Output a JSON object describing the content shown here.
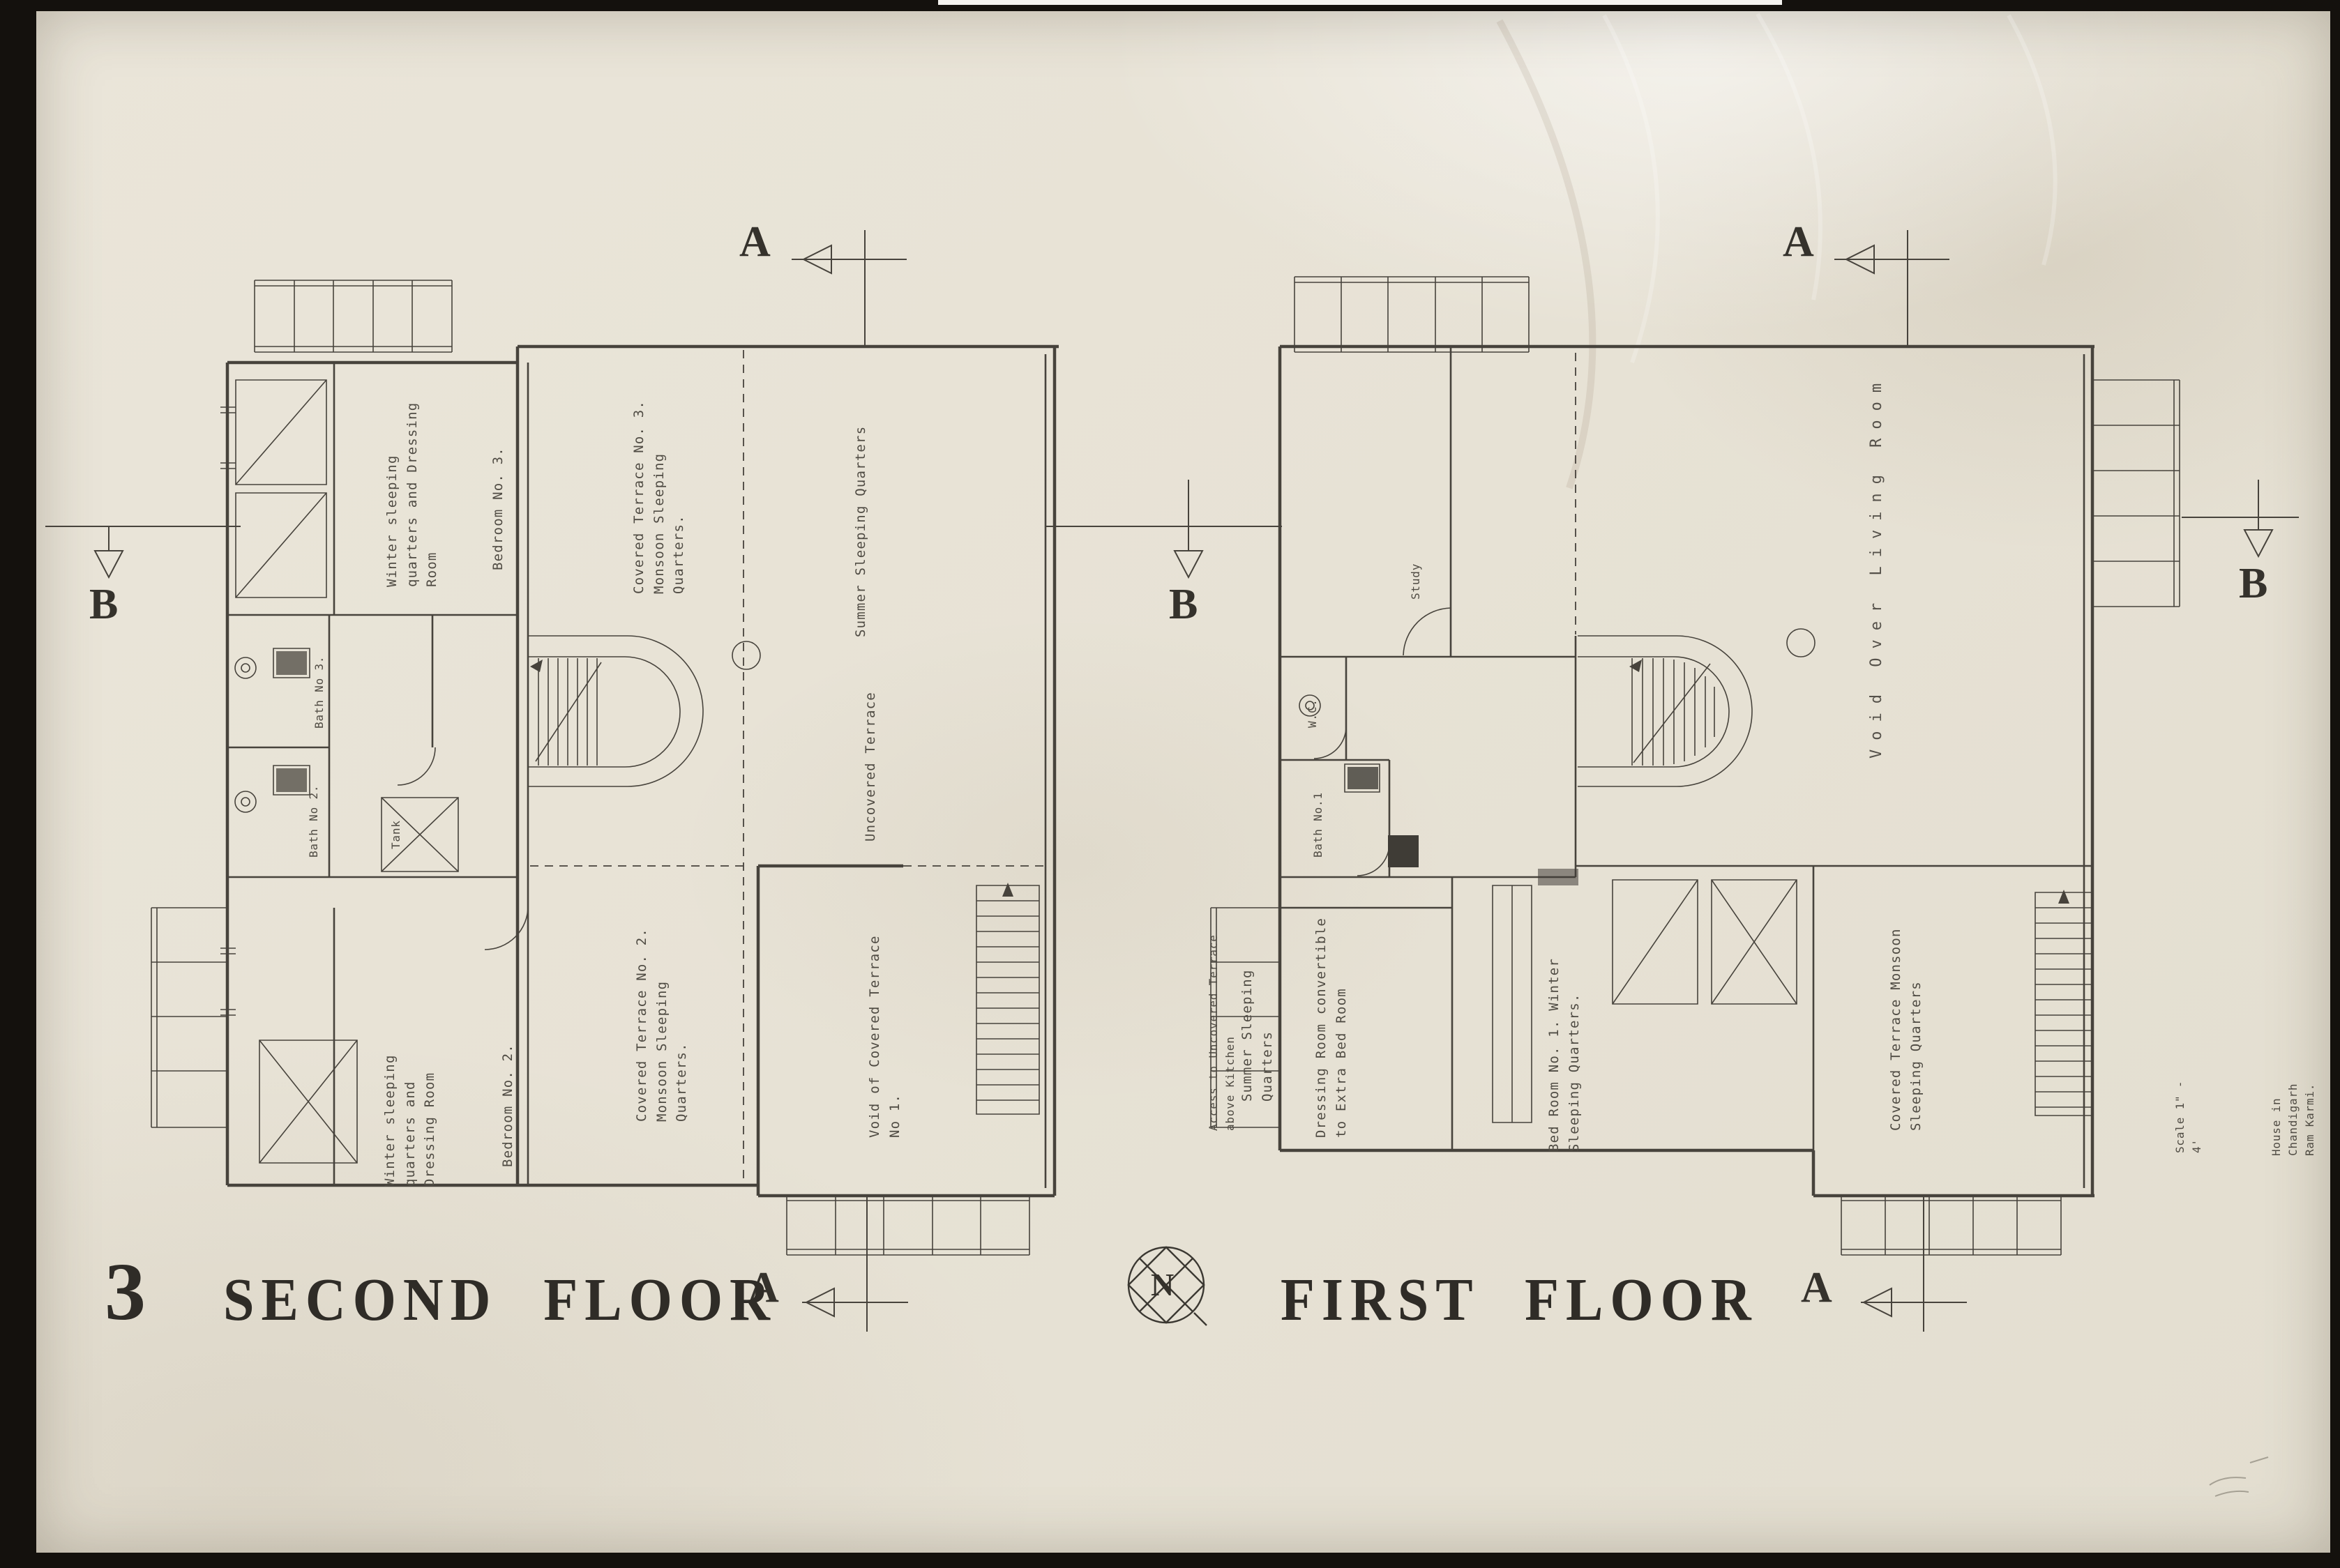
{
  "sheet": {
    "number": "3",
    "titles": {
      "second_floor": "SECOND FLOOR",
      "first_floor": "FIRST FLOOR"
    },
    "north": "N",
    "markers": {
      "a": "A",
      "b": "B"
    },
    "notes": {
      "scale": "Scale 1\" - 4'",
      "project_line1": "House in Chandigarh",
      "project_line2": "Ram Karmi."
    }
  },
  "second_floor": {
    "labels": {
      "winter_quarters_top": "Winter sleeping quarters and Dressing Room",
      "bedroom_3": "Bedroom No. 3.",
      "covered_terrace_3": "Covered Terrace No. 3. Monsoon Sleeping Quarters.",
      "summer_sleeping": "Summer Sleeping Quarters",
      "uncovered_terrace": "Uncovered Terrace",
      "bath_3": "Bath No 3.",
      "bath_2": "Bath No 2.",
      "tank": "Tank",
      "winter_quarters_bottom": "Winter sleeping quarters and Dressing Room",
      "bedroom_2": "Bedroom No. 2.",
      "covered_terrace_2": "Covered Terrace No. 2. Monsoon Sleeping Quarters.",
      "void_terrace_1": "Void of Covered Terrace No 1."
    }
  },
  "first_floor": {
    "labels": {
      "study": "Study",
      "wc": "W.C.",
      "bath_1": "Bath No.1",
      "void_over_living": "Void Over Living Room",
      "access_kitchen": "Access to Uncovered Terrace above Kitchen",
      "summer_sleeping": "Summer Sleeping Quarters",
      "dressing_room": "Dressing Room convertible to Extra Bed Room",
      "bedroom_1": "Bed Room No. 1. Winter Sleeping Quarters.",
      "covered_terrace": "Covered Terrace Monsoon Sleeping Quarters"
    }
  }
}
